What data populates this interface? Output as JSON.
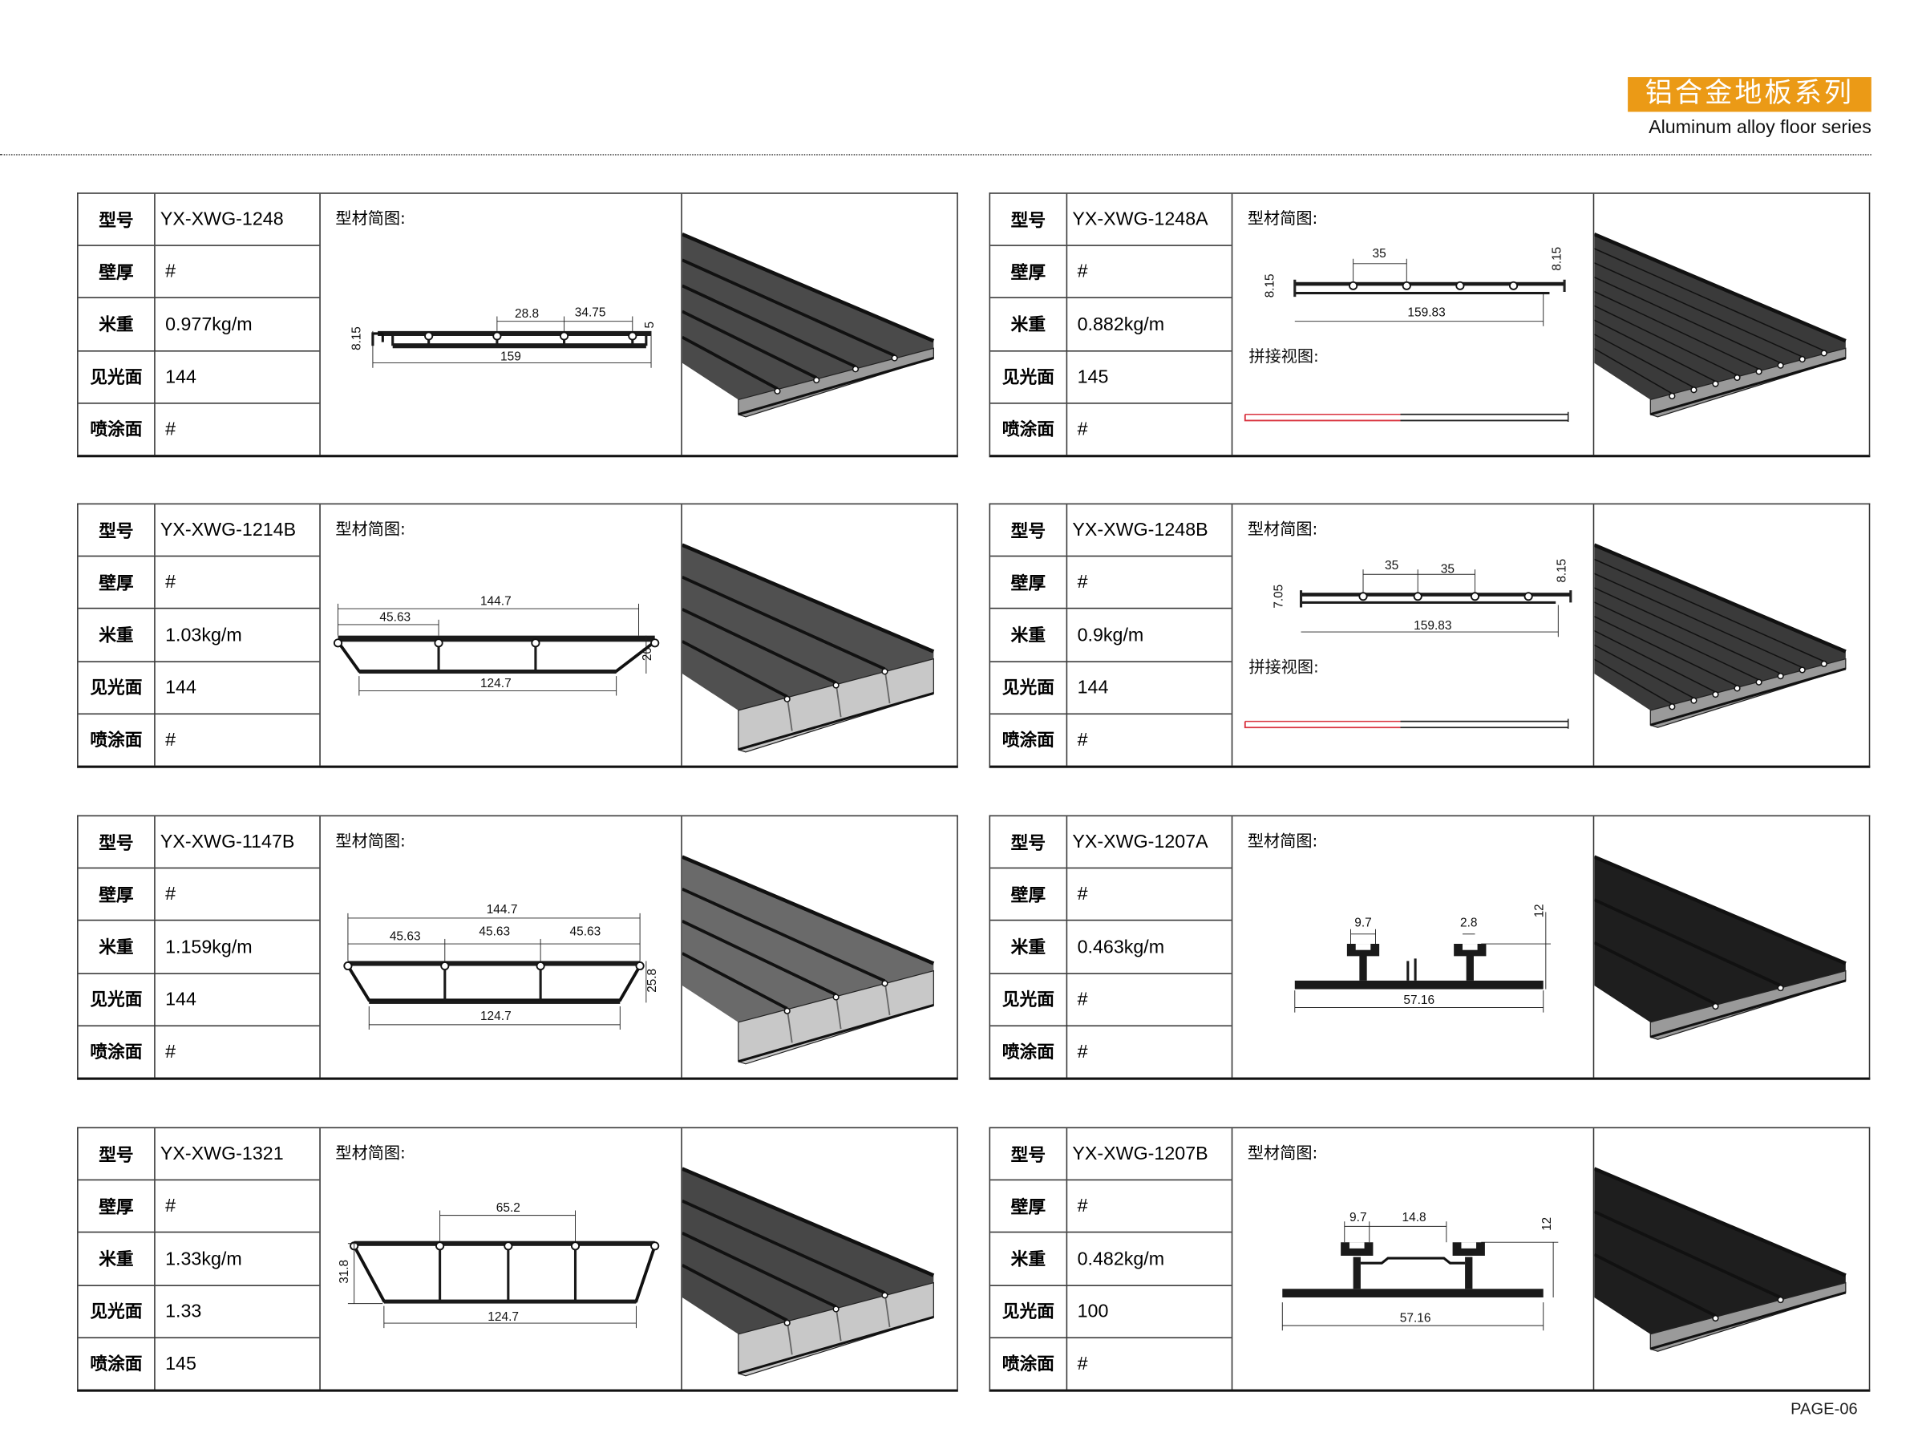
{
  "header": {
    "title_cn": "铝合金地板系列",
    "title_en": "Aluminum alloy floor series"
  },
  "page_number": "PAGE-06",
  "row_labels": [
    "型号",
    "壁厚",
    "米重",
    "见光面",
    "喷涂面"
  ],
  "diagram_caption": "型材简图:",
  "splice_caption": "拼接视图:",
  "colors": {
    "accent": "#eb9a16",
    "splice_red": "#d9333f"
  },
  "products": [
    {
      "model": "YX-XWG-1248",
      "wall": "#",
      "weight": "0.977kg/m",
      "visible": "144",
      "spray": "#",
      "dims": [
        "28.8",
        "34.75",
        "159",
        "8.15",
        "5"
      ],
      "color": "#4a4a4a",
      "grooves": 4
    },
    {
      "model": "YX-XWG-1248A",
      "wall": "#",
      "weight": "0.882kg/m",
      "visible": "145",
      "spray": "#",
      "dims": [
        "35",
        "159.83",
        "8.15",
        "8.15"
      ],
      "color": "#3a3a3a",
      "grooves": 8
    },
    {
      "model": "YX-XWG-1214B",
      "wall": "#",
      "weight": "1.03kg/m",
      "visible": "144",
      "spray": "#",
      "dims": [
        "144.7",
        "45.63",
        "124.7",
        "20"
      ],
      "color": "#505050",
      "grooves": 3
    },
    {
      "model": "YX-XWG-1248B",
      "wall": "#",
      "weight": "0.9kg/m",
      "visible": "144",
      "spray": "#",
      "dims": [
        "35",
        "35",
        "159.83",
        "7.05",
        "8.15"
      ],
      "color": "#3a3a3a",
      "grooves": 8
    },
    {
      "model": "YX-XWG-1147B",
      "wall": "#",
      "weight": "1.159kg/m",
      "visible": "144",
      "spray": "#",
      "dims": [
        "144.7",
        "45.63",
        "45.63",
        "45.63",
        "124.7",
        "25.8"
      ],
      "color": "#6a6a6a",
      "grooves": 3
    },
    {
      "model": "YX-XWG-1207A",
      "wall": "#",
      "weight": "0.463kg/m",
      "visible": "#",
      "spray": "#",
      "dims": [
        "9.7",
        "2.8",
        "57.16",
        "12"
      ],
      "color": "#1e1e1e",
      "grooves": 2
    },
    {
      "model": "YX-XWG-1321",
      "wall": "#",
      "weight": "1.33kg/m",
      "visible": "1.33",
      "spray": "145",
      "dims": [
        "65.2",
        "124.7",
        "31.8"
      ],
      "color": "#474747",
      "grooves": 3
    },
    {
      "model": "YX-XWG-1207B",
      "wall": "#",
      "weight": "0.482kg/m",
      "visible": "100",
      "spray": "#",
      "dims": [
        "9.7",
        "14.8",
        "57.16",
        "12"
      ],
      "color": "#1e1e1e",
      "grooves": 2
    }
  ]
}
